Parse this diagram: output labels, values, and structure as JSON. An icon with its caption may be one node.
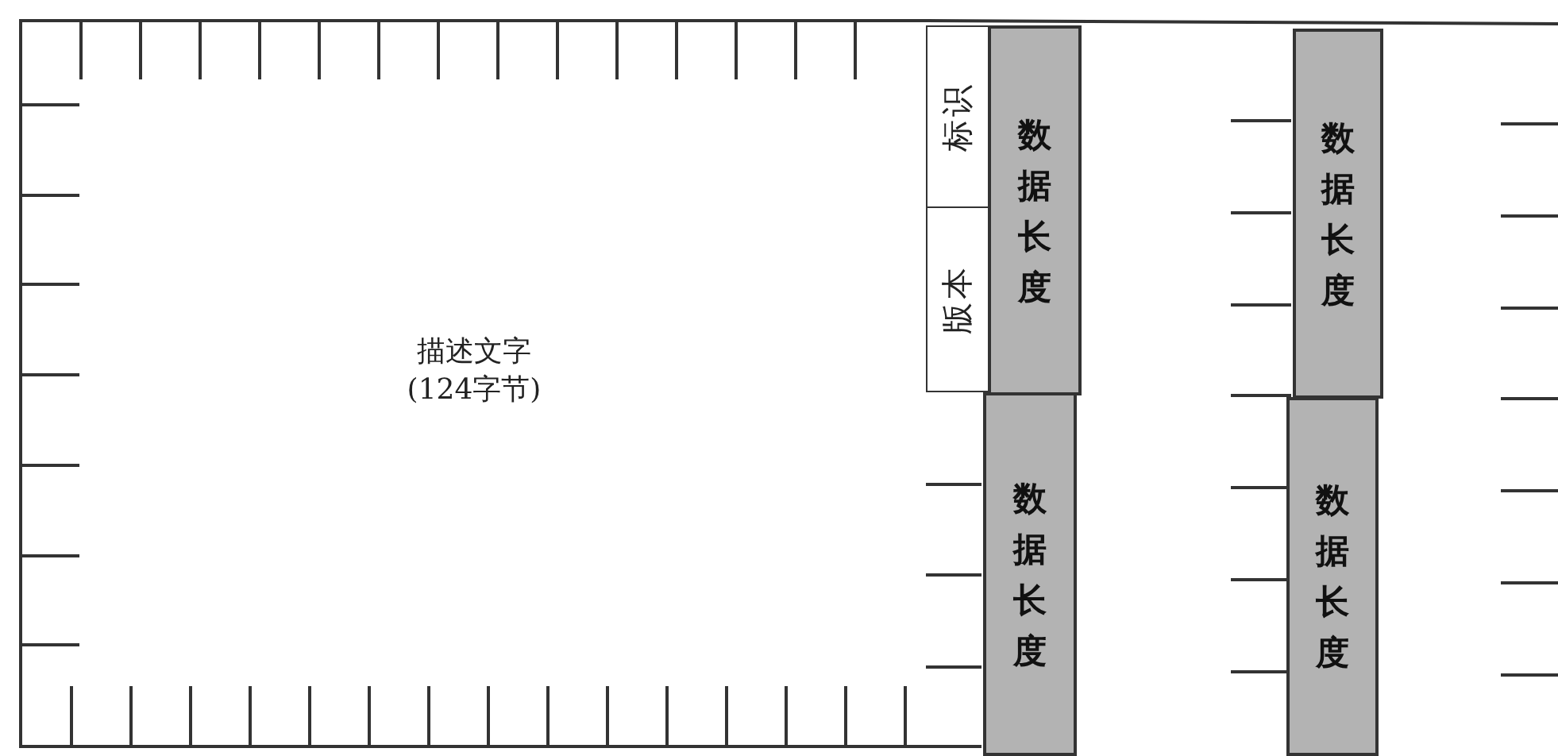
{
  "diagram": {
    "nodes": [
      {
        "text": [
          "描述文字 (124字节)"
        ]
      },
      {
        "text": [
          "标识"
        ]
      },
      {
        "text": [
          "版本"
        ]
      },
      {
        "text": [
          "数据长度"
        ]
      },
      {
        "text": [
          "数据长度"
        ]
      },
      {
        "text": [
          "数据长度"
        ]
      },
      {
        "text": [
          "数据长度"
        ]
      }
    ]
  }
}
